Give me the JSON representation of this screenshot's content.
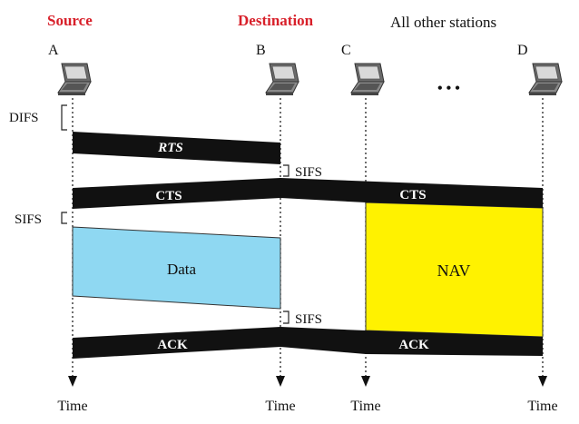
{
  "headers": {
    "source": "Source",
    "destination": "Destination",
    "others": "All other stations"
  },
  "stations": [
    {
      "id": "A"
    },
    {
      "id": "B"
    },
    {
      "id": "C"
    },
    {
      "id": "D"
    }
  ],
  "ellipsis": "• • •",
  "frames": {
    "rts": "RTS",
    "cts_source": "CTS",
    "cts_others": "CTS",
    "data": "Data",
    "nav": "NAV",
    "ack_source": "ACK",
    "ack_others": "ACK"
  },
  "intervals": {
    "difs": "DIFS",
    "sifs1": "SIFS",
    "sifs2": "SIFS",
    "sifs3": "SIFS"
  },
  "time_label": "Time",
  "colors": {
    "header_red": "#d8202a",
    "frame_black": "#111111",
    "data_blue": "#8fd8f2",
    "nav_yellow": "#fff200"
  }
}
